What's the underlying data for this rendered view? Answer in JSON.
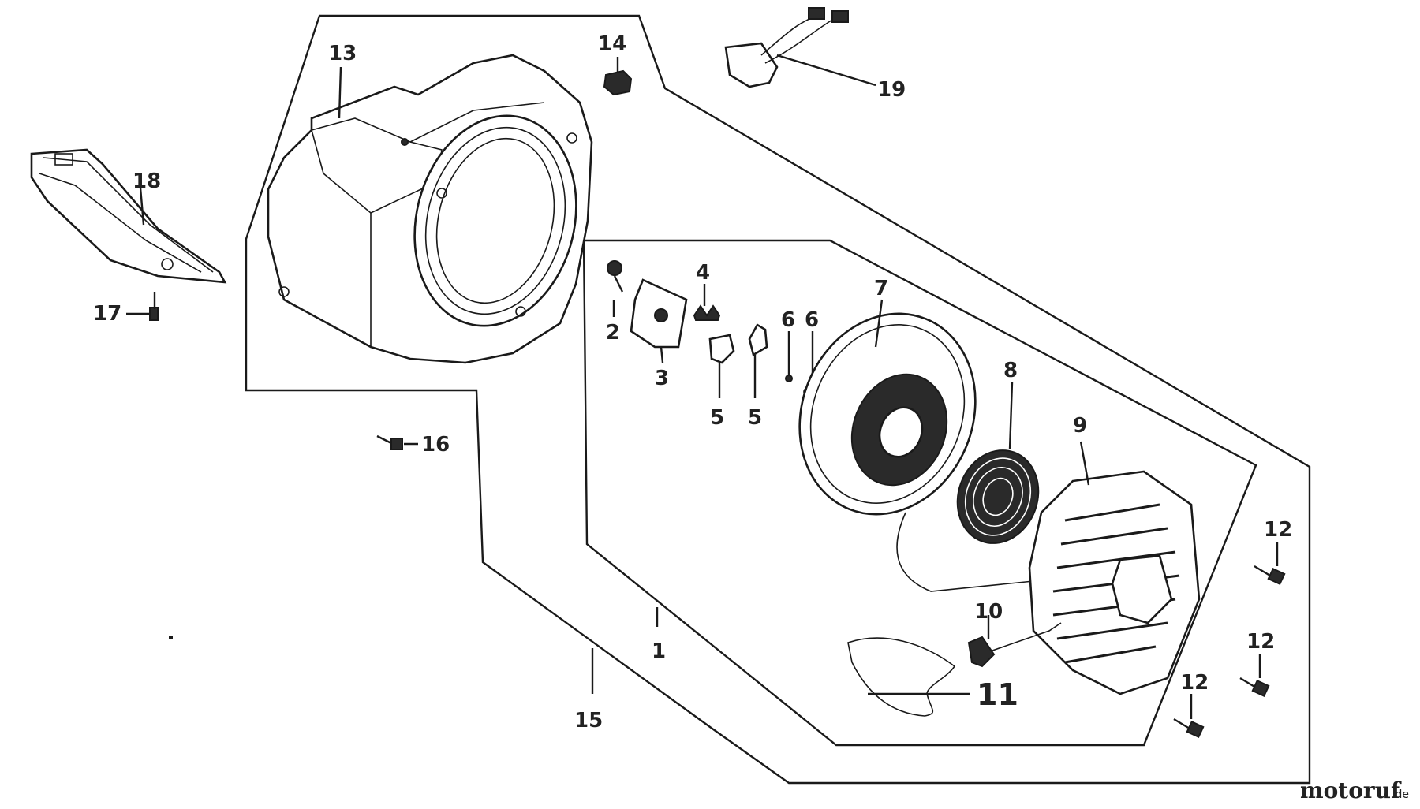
{
  "diagram": {
    "callouts": {
      "c1": "1",
      "c2": "2",
      "c3": "3",
      "c4": "4",
      "c5a": "5",
      "c5b": "5",
      "c6a": "6",
      "c6b": "6",
      "c7": "7",
      "c8": "8",
      "c9": "9",
      "c10": "10",
      "c11": "11",
      "c12a": "12",
      "c12b": "12",
      "c12c": "12",
      "c13": "13",
      "c14": "14",
      "c15": "15",
      "c16": "16",
      "c17": "17",
      "c18": "18",
      "c19": "19"
    }
  },
  "watermark": {
    "brand": "motoruf",
    "suffix": ".de",
    "colors": {
      "blue": "#2a3f8f",
      "orange": "#e07a1f"
    }
  }
}
